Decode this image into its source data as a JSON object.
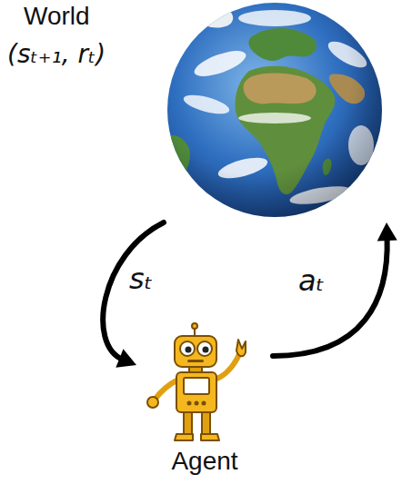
{
  "diagram": {
    "nodes": [
      {
        "text": [
          "World",
          "(sₜ₊₁, rₜ)"
        ]
      },
      {
        "text": [
          "Agent"
        ]
      }
    ],
    "edges": [
      {
        "from": 0,
        "to": 1,
        "arrow": "to",
        "label": "sₜ"
      },
      {
        "from": 1,
        "to": 0,
        "arrow": "to",
        "label": "aₜ"
      }
    ]
  }
}
